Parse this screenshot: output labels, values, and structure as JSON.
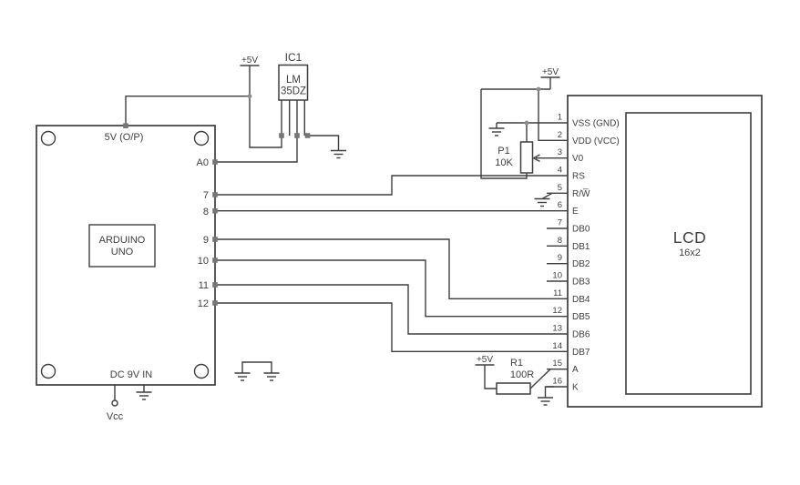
{
  "power": {
    "plus5v": "+5V",
    "vcc": "Vcc"
  },
  "arduino": {
    "name_line1": "ARDUINO",
    "name_line2": "UNO",
    "top_pin": "5V (O/P)",
    "bottom_pin": "DC 9V IN",
    "pins": [
      "A0",
      "7",
      "8",
      "9",
      "10",
      "11",
      "12"
    ]
  },
  "ic1": {
    "ref": "IC1",
    "part_line1": "LM",
    "part_line2": "35DZ"
  },
  "pot": {
    "ref": "P1",
    "value": "10K"
  },
  "r1": {
    "ref": "R1",
    "value": "100R"
  },
  "lcd": {
    "name": "LCD",
    "size": "16x2",
    "pins": [
      {
        "num": "1",
        "label": "VSS (GND)"
      },
      {
        "num": "2",
        "label": "VDD (VCC)"
      },
      {
        "num": "3",
        "label": "V0"
      },
      {
        "num": "4",
        "label": "RS"
      },
      {
        "num": "5",
        "label": "R/W̅"
      },
      {
        "num": "6",
        "label": "E"
      },
      {
        "num": "7",
        "label": "DB0"
      },
      {
        "num": "8",
        "label": "DB1"
      },
      {
        "num": "9",
        "label": "DB2"
      },
      {
        "num": "10",
        "label": "DB3"
      },
      {
        "num": "11",
        "label": "DB4"
      },
      {
        "num": "12",
        "label": "DB5"
      },
      {
        "num": "13",
        "label": "DB6"
      },
      {
        "num": "14",
        "label": "DB7"
      },
      {
        "num": "15",
        "label": "A"
      },
      {
        "num": "16",
        "label": "K"
      }
    ]
  },
  "colors": {
    "line": "#3e3e3e",
    "pad": "#757575",
    "junction": "#8c8c8c",
    "background": "#ffffff"
  }
}
